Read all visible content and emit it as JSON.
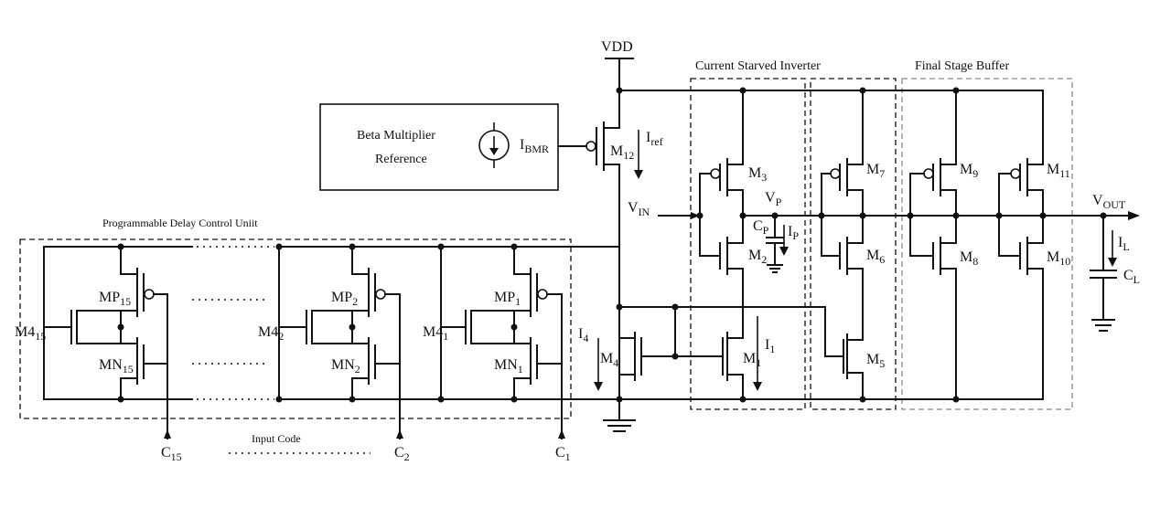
{
  "supply": "VDD",
  "blocks": {
    "bmr_line1": "Beta Multiplier",
    "bmr_line2": "Reference",
    "csi": "Current Starved Inverter",
    "fsb": "Final Stage Buffer",
    "pdc": "Programmable Delay Control Uniit",
    "input_code": "Input Code"
  },
  "currents": {
    "ibmr": "I",
    "ibmr_sub": "BMR",
    "iref": "I",
    "iref_sub": "ref",
    "i4": "I",
    "i4_sub": "4",
    "i1": "I",
    "i1_sub": "1",
    "ip": "I",
    "ip_sub": "P",
    "il": "I",
    "il_sub": "L"
  },
  "nodes": {
    "vin": "V",
    "vin_sub": "IN",
    "vp": "V",
    "vp_sub": "P",
    "cp": "C",
    "cp_sub": "P",
    "vout": "V",
    "vout_sub": "OUT",
    "cl": "C",
    "cl_sub": "L"
  },
  "transistors": {
    "m12": "M",
    "m12_sub": "12",
    "m3": "M",
    "m3_sub": "3",
    "m2": "M",
    "m2_sub": "2",
    "m1": "M",
    "m1_sub": "1",
    "m4": "M",
    "m4_sub": "4",
    "m7": "M",
    "m7_sub": "7",
    "m6": "M",
    "m6_sub": "6",
    "m5": "M",
    "m5_sub": "5",
    "m9": "M",
    "m9_sub": "9",
    "m8": "M",
    "m8_sub": "8",
    "m11": "M",
    "m11_sub": "11",
    "m10": "M",
    "m10_sub": "10",
    "mp15": "MP",
    "mp15_sub": "15",
    "mn15": "MN",
    "mn15_sub": "15",
    "m4_15": "M4",
    "m4_15_sub": "15",
    "mp2": "MP",
    "mp2_sub": "2",
    "mn2": "MN",
    "mn2_sub": "2",
    "m4_2": "M4",
    "m4_2_sub": "2",
    "mp1": "MP",
    "mp1_sub": "1",
    "mn1": "MN",
    "mn1_sub": "1",
    "m4_1": "M4",
    "m4_1_sub": "1"
  },
  "controls": {
    "c15": "C",
    "c15_sub": "15",
    "c2": "C",
    "c2_sub": "2",
    "c1": "C",
    "c1_sub": "1"
  }
}
